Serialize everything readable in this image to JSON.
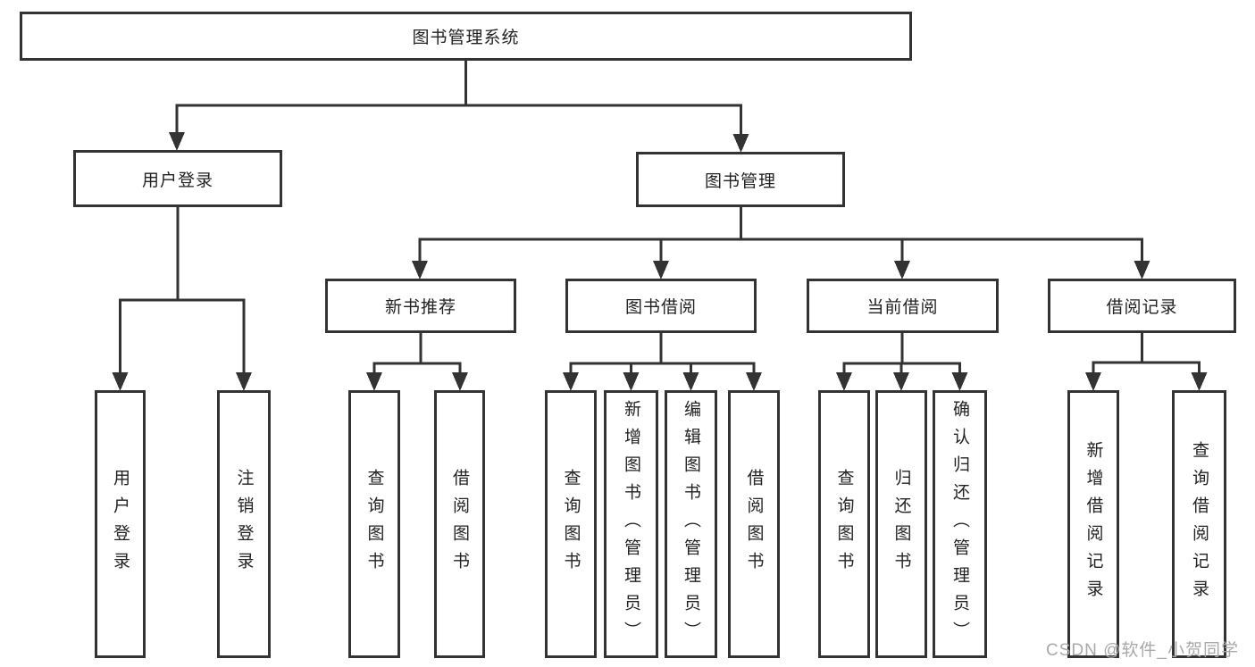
{
  "colors": {
    "line": "#333333",
    "box_border": "#333333",
    "text": "#222222",
    "watermark": "#a9a9a9",
    "background": "#ffffff"
  },
  "watermark": "CSDN @软件_小贺同学",
  "diagram": {
    "title": "图书管理系统",
    "nodes": {
      "root": "图书管理系统",
      "user_login": "用户登录",
      "book_mgmt": "图书管理",
      "new_book_rec": "新书推荐",
      "book_borrow": "图书借阅",
      "current_borrow": "当前借阅",
      "borrow_records": "借阅记录",
      "login": "用户登录",
      "logout": "注销登录",
      "rec_query_books": "查询图书",
      "rec_borrow_books": "借阅图书",
      "bb_query_books": "查询图书",
      "bb_add_books": "新增图书（管理员）",
      "bb_edit_books": "编辑图书（管理员）",
      "bb_borrow_books": "借阅图书",
      "cb_query_books": "查询图书",
      "cb_return_books": "归还图书",
      "cb_confirm_return": "确认归还（管理员）",
      "br_add_record": "新增借阅记录",
      "br_query_record": "查询借阅记录"
    },
    "hierarchy": {
      "图书管理系统": [
        "用户登录",
        "图书管理"
      ],
      "用户登录": [
        "用户登录",
        "注销登录"
      ],
      "图书管理": [
        "新书推荐",
        "图书借阅",
        "当前借阅",
        "借阅记录"
      ],
      "新书推荐": [
        "查询图书",
        "借阅图书"
      ],
      "图书借阅": [
        "查询图书",
        "新增图书（管理员）",
        "编辑图书（管理员）",
        "借阅图书"
      ],
      "当前借阅": [
        "查询图书",
        "归还图书",
        "确认归还（管理员）"
      ],
      "借阅记录": [
        "新增借阅记录",
        "查询借阅记录"
      ]
    }
  }
}
